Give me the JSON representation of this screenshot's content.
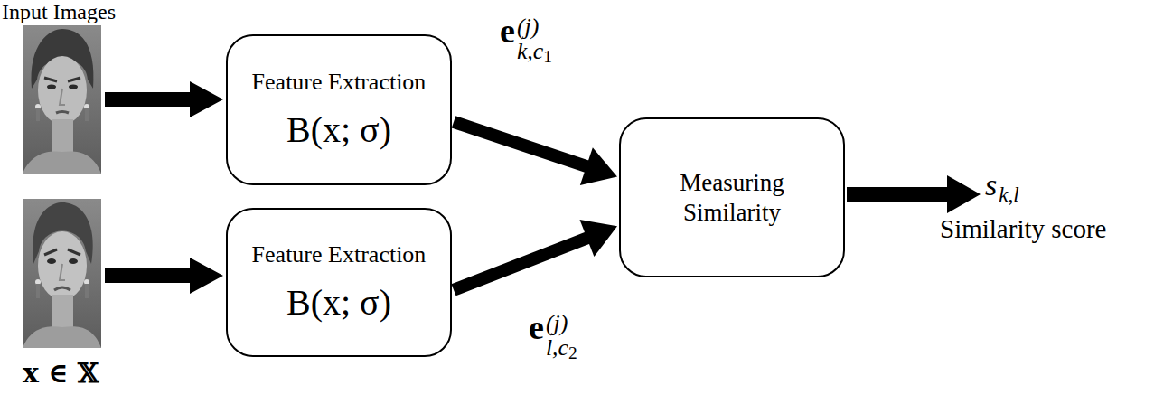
{
  "diagram": {
    "nodes": [
      {
        "text": [
          "Feature Extraction",
          "B(x; σ)"
        ]
      },
      {
        "text": [
          "Feature Extraction",
          "B(x; σ)"
        ]
      },
      {
        "text": [
          "Measuring Similarity"
        ]
      }
    ],
    "edges": [
      {
        "from": 0,
        "to": 2,
        "arrow": "to",
        "label": "e(j)k,c1"
      },
      {
        "from": 1,
        "to": 2,
        "arrow": "to",
        "label": "e(j)l,c2"
      }
    ],
    "labels": [
      "Input Images",
      "x ∈ 𝕏",
      "sk,l",
      "Similarity score"
    ]
  }
}
